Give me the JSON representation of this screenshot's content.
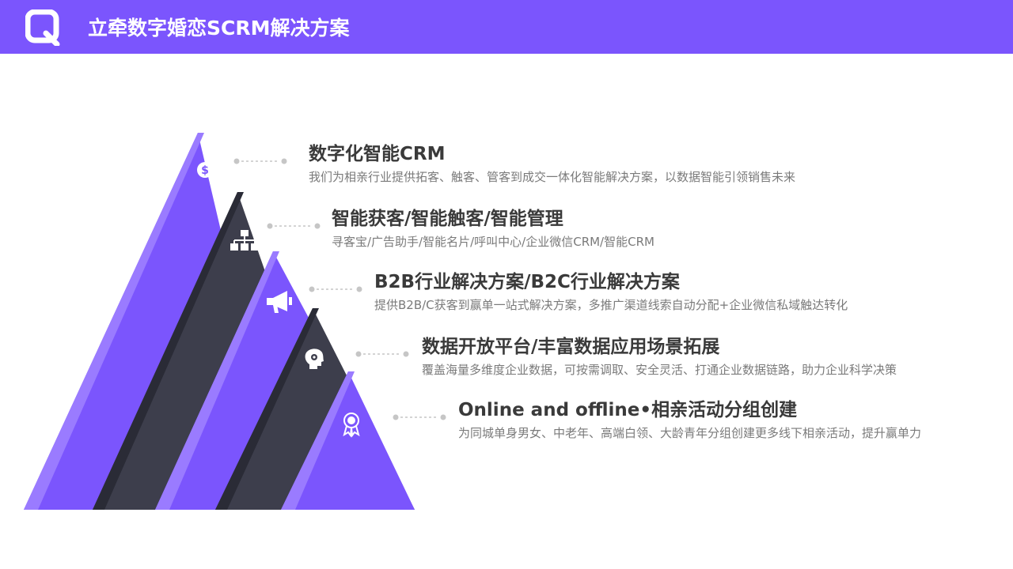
{
  "header": {
    "title": "立牵数字婚恋SCRM解决方案",
    "logo_icon": "q-logo-icon",
    "background_color": "#7b55fd"
  },
  "colors": {
    "purple": "#7b55fd",
    "purple_light": "#9a7bff",
    "dark": "#3d3e4c",
    "dark_edge": "#2a2b36",
    "dots": "#c6c6c6"
  },
  "items": [
    {
      "heading": "数字化智能CRM",
      "description": "我们为相亲行业提供拓客、触客、管客到成交一体化智能解决方案，以数据智能引领销售未来",
      "icon": "dollar-coin-icon"
    },
    {
      "heading": "智能获客/智能触客/智能管理",
      "description": "寻客宝/广告助手/智能名片/呼叫中心/企业微信CRM/智能CRM",
      "icon": "hierarchy-icon"
    },
    {
      "heading": "B2B行业解决方案/B2C行业解决方案",
      "description": "提供B2B/C获客到赢单一站式解决方案，多推广渠道线索自动分配+企业微信私域触达转化",
      "icon": "megaphone-icon"
    },
    {
      "heading": "数据开放平台/丰富数据应用场景拓展",
      "description": "覆盖海量多维度企业数据，可按需调取、安全灵活、打通企业数据链路，助力企业科学决策",
      "icon": "head-gear-icon"
    },
    {
      "heading": "Online and offline•相亲活动分组创建",
      "description": "为同城单身男女、中老年、高端白领、大龄青年分组创建更多线下相亲活动，提升赢单力",
      "icon": "award-badge-icon"
    }
  ]
}
